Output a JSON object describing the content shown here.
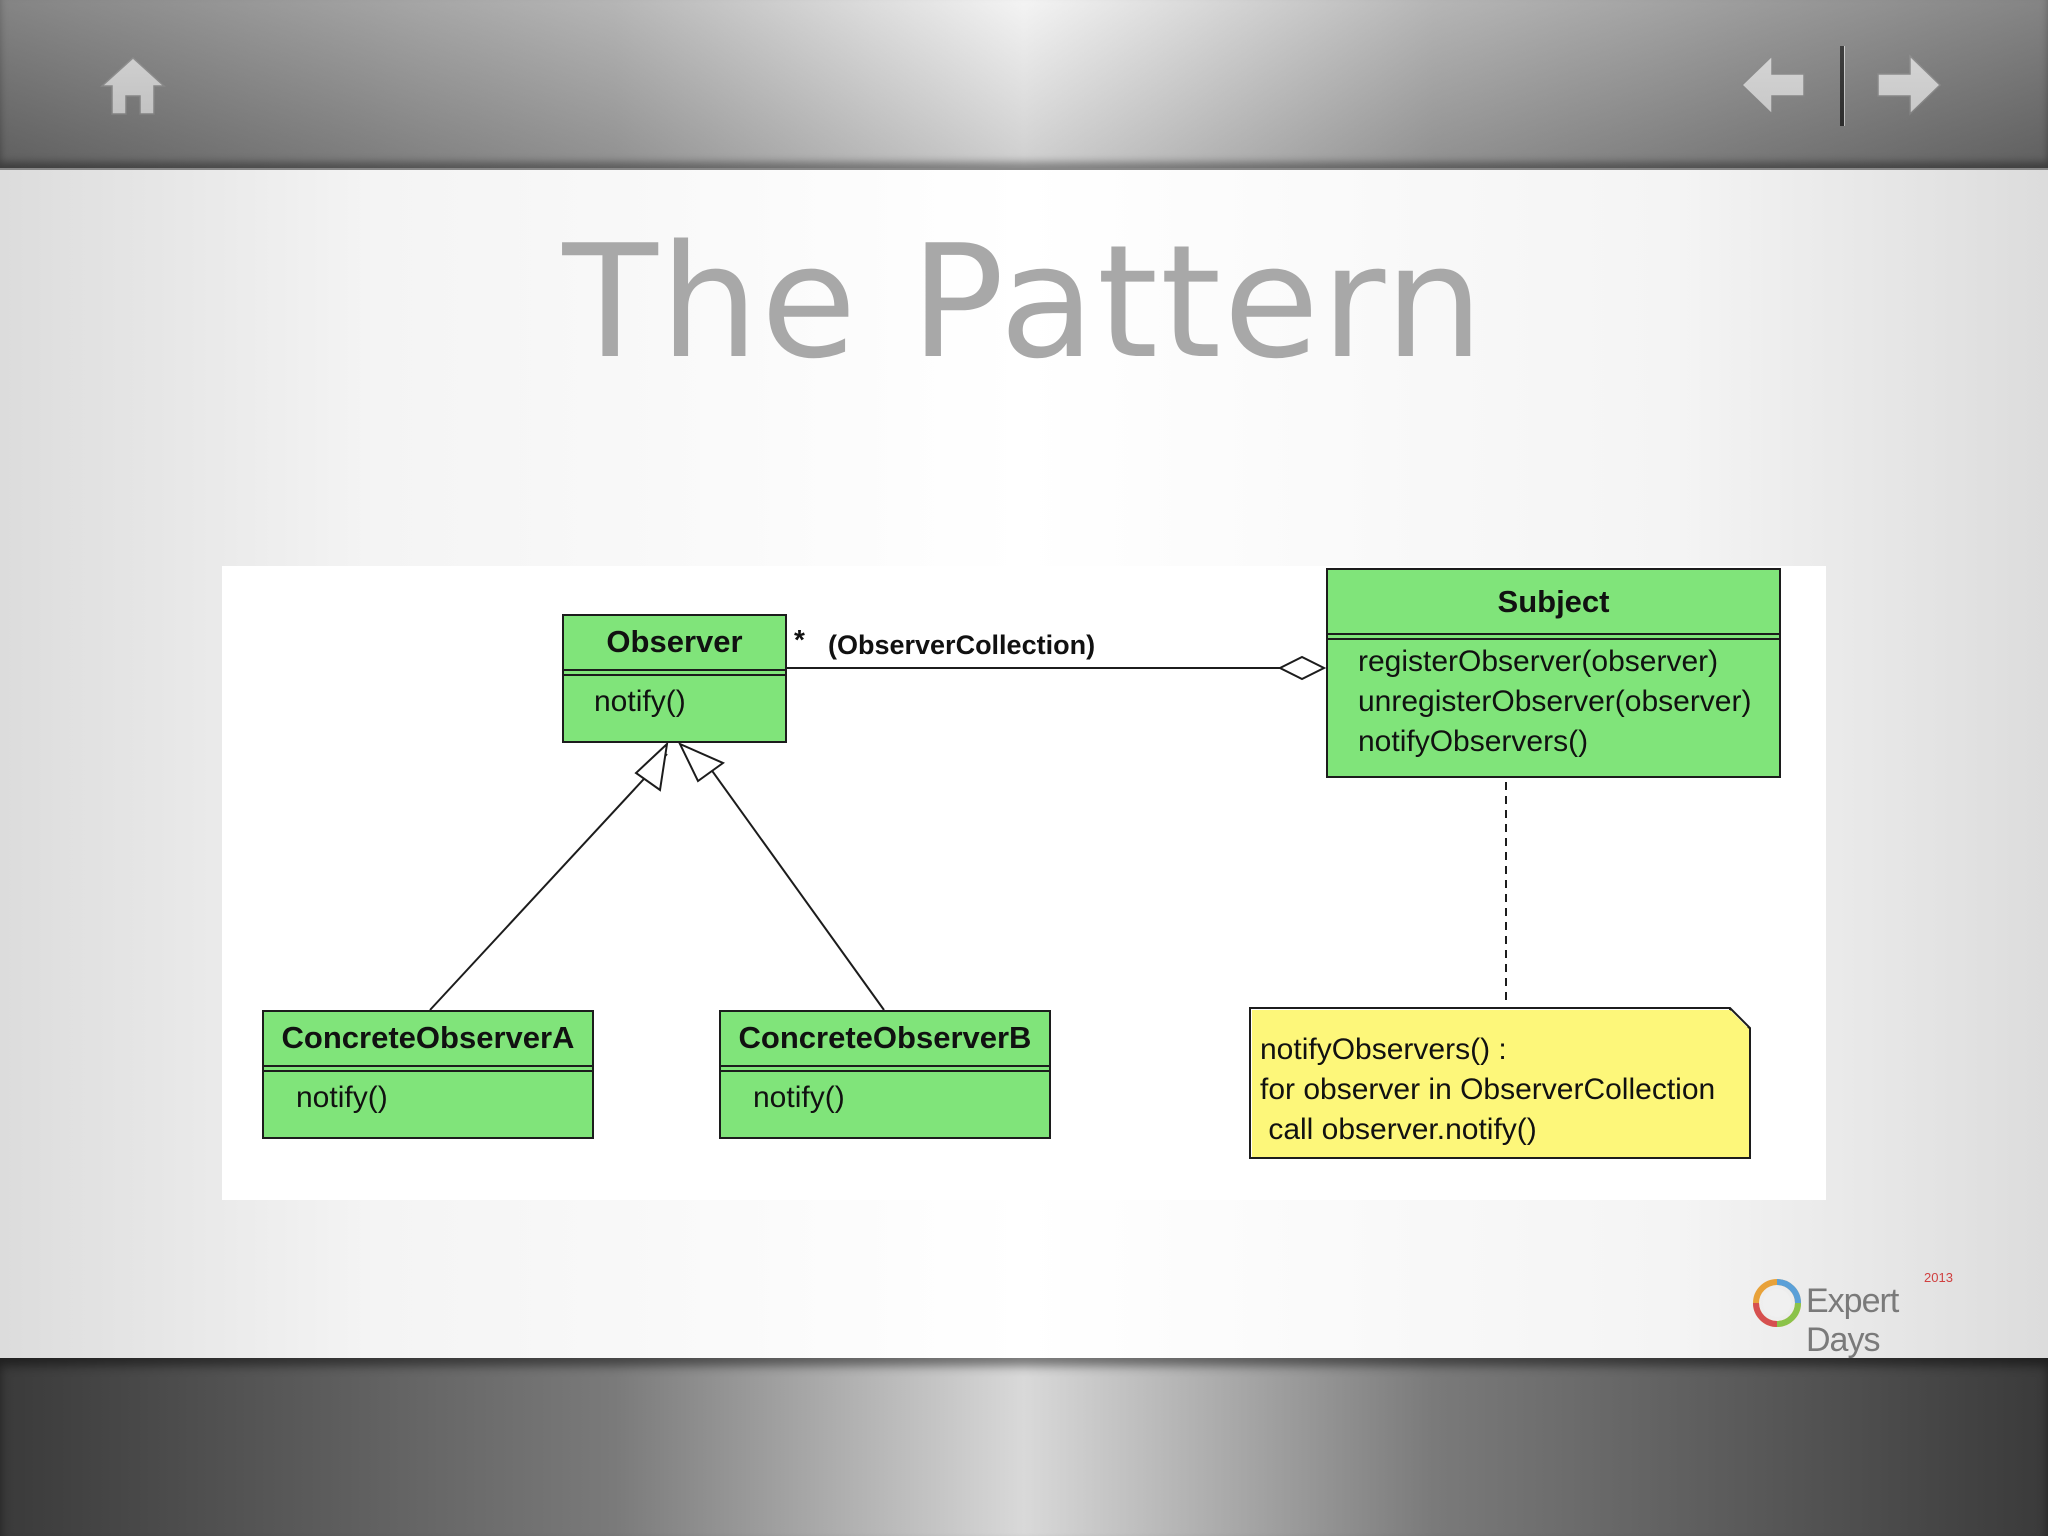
{
  "toolbar": {
    "home_icon": "home-icon",
    "prev_icon": "arrow-left-icon",
    "next_icon": "arrow-right-icon"
  },
  "slide": {
    "title": "The Pattern"
  },
  "diagram": {
    "observer": {
      "name": "Observer",
      "ops": [
        "notify()"
      ]
    },
    "subject": {
      "name": "Subject",
      "ops": [
        "registerObserver(observer)",
        "unregisterObserver(observer)",
        "notifyObservers()"
      ]
    },
    "concrete_a": {
      "name": "ConcreteObserverA",
      "ops": [
        "notify()"
      ]
    },
    "concrete_b": {
      "name": "ConcreteObserverB",
      "ops": [
        "notify()"
      ]
    },
    "association": {
      "multiplicity": "*",
      "label": "(ObserverCollection)"
    },
    "note": {
      "lines": [
        "notifyObservers() :",
        "for observer in ObserverCollection",
        " call observer.notify()"
      ]
    },
    "colors": {
      "class_fill": "#80e47a",
      "note_fill": "#fdf77a",
      "line": "#1c1c1c"
    }
  },
  "footer": {
    "logo_text": "Expert Days",
    "logo_year": "2013"
  }
}
